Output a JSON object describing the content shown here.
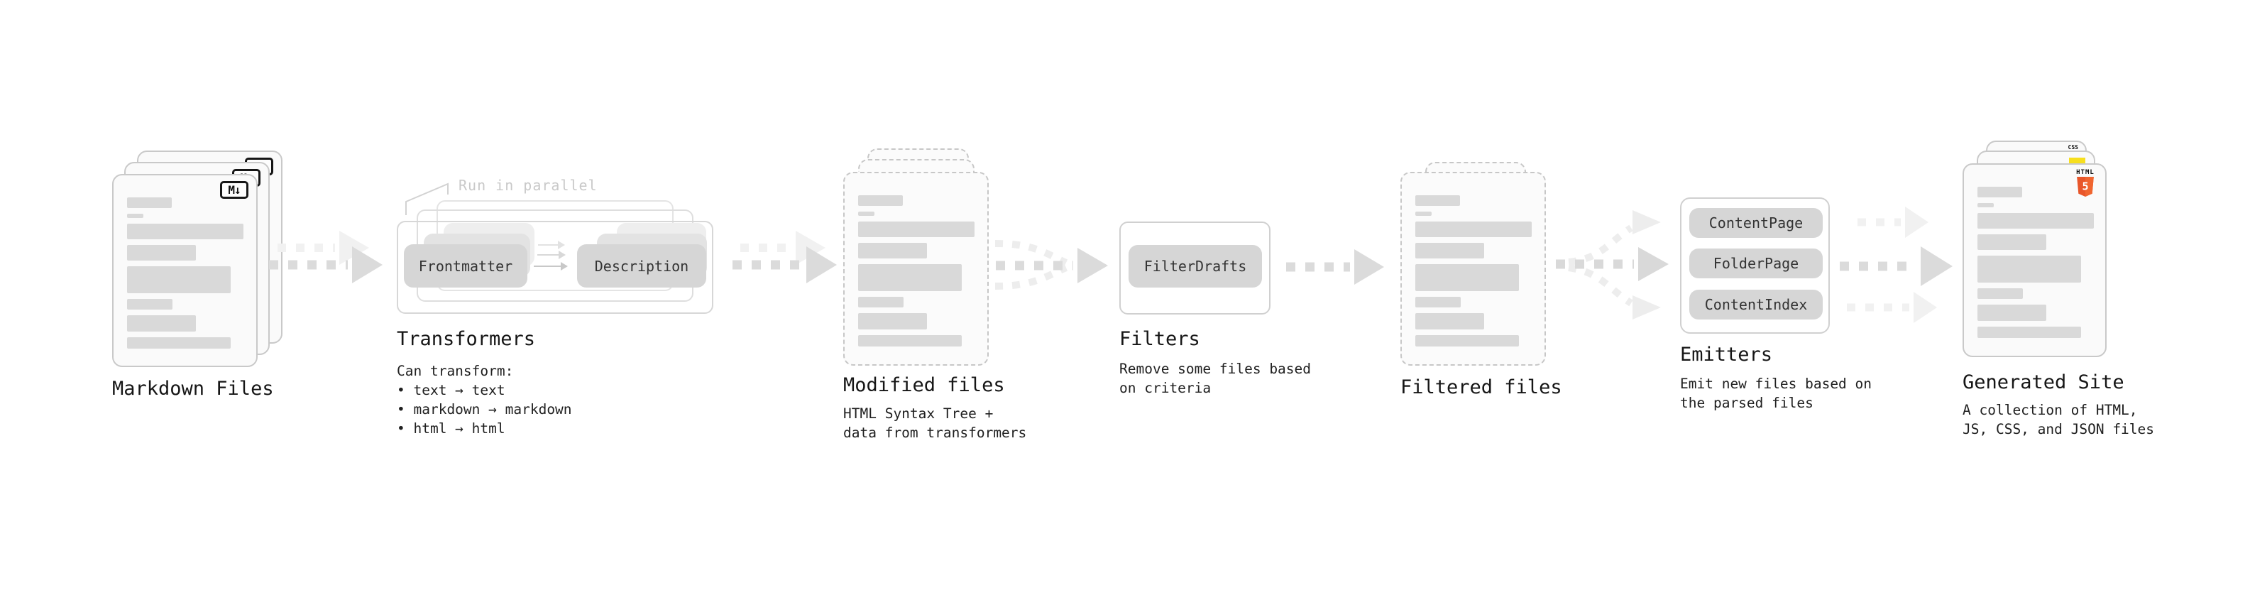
{
  "diagram": {
    "stages": [
      {
        "id": "markdown-files",
        "title": "Markdown Files"
      },
      {
        "id": "transformers",
        "title": "Transformers",
        "annotation": "Run in parallel",
        "nodes": [
          "Frontmatter",
          "Description"
        ],
        "subtitle": "Can transform:\n • text → text\n • markdown → markdown\n • html → html"
      },
      {
        "id": "modified-files",
        "title": "Modified files",
        "subtitle": "HTML Syntax Tree +\ndata from transformers"
      },
      {
        "id": "filters",
        "title": "Filters",
        "nodes": [
          "FilterDrafts"
        ],
        "subtitle": "Remove some files based\non criteria"
      },
      {
        "id": "filtered-files",
        "title": "Filtered files"
      },
      {
        "id": "emitters",
        "title": "Emitters",
        "nodes": [
          "ContentPage",
          "FolderPage",
          "ContentIndex"
        ],
        "subtitle": "Emit new files based on\nthe parsed files"
      },
      {
        "id": "generated-site",
        "title": "Generated Site",
        "subtitle": "A collection of HTML,\nJS, CSS, and JSON files"
      }
    ],
    "badges": {
      "markdown": "M↓",
      "html_label": "HTML",
      "html_number": "5",
      "css_label": "CSS"
    },
    "colors": {
      "background": "#ffffff",
      "node_fill": "#d6d6d6",
      "doc_fill": "#fafafa",
      "doc_border": "#c9c9c9",
      "skeleton": "#d9d9d9",
      "arrow_dark": "#dbdbdb",
      "arrow_light": "#f1f1f1",
      "annotation_gray": "#c9c9c9",
      "html5_orange": "#e8562a",
      "js_yellow": "#f7df1e",
      "css_blue": "#2964f2",
      "text": "#161616"
    }
  }
}
